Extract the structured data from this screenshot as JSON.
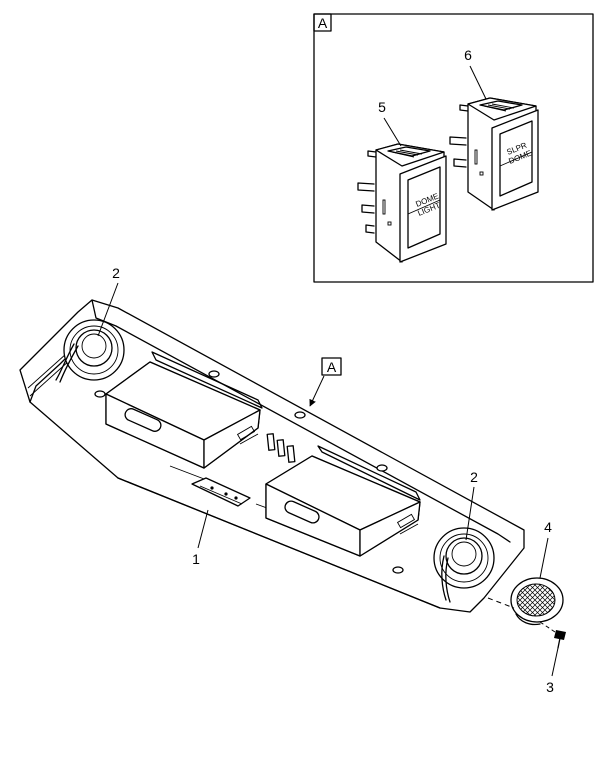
{
  "detail_view": {
    "label": "A"
  },
  "view_reference": {
    "label": "A"
  },
  "switches": {
    "dome_light": {
      "callout": "5",
      "legend_line1": "DOME",
      "legend_line2": "LIGHT"
    },
    "sleeper_dome": {
      "callout": "6",
      "legend_line1": "SLPR",
      "legend_line2": "DOME"
    }
  },
  "callouts": {
    "panel": "1",
    "speaker_left": "2",
    "speaker_right": "2",
    "screw": "3",
    "grille": "4"
  },
  "icons": [
    "detail-box-frame",
    "rocker-switch",
    "speaker",
    "speaker-grille",
    "screw",
    "arrow"
  ]
}
